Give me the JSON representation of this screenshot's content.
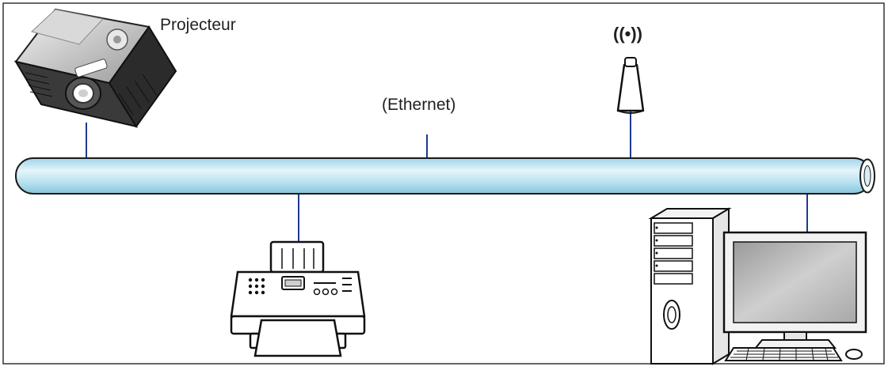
{
  "labels": {
    "projector": "Projecteur",
    "ethernet": "(Ethernet)",
    "wireless_symbol": "((•))"
  },
  "nodes": [
    {
      "id": "projector",
      "icon": "projector-icon",
      "label": "Projecteur"
    },
    {
      "id": "wireless-access-point",
      "icon": "antenna-icon"
    },
    {
      "id": "printer",
      "icon": "printer-fax-icon"
    },
    {
      "id": "computer",
      "icon": "desktop-computer-icon"
    }
  ],
  "bus": {
    "name": "(Ethernet)",
    "color": "#bfe6f2"
  },
  "colors": {
    "line": "#1f3a93",
    "outline": "#1a1a1a",
    "frame": "#333333"
  }
}
